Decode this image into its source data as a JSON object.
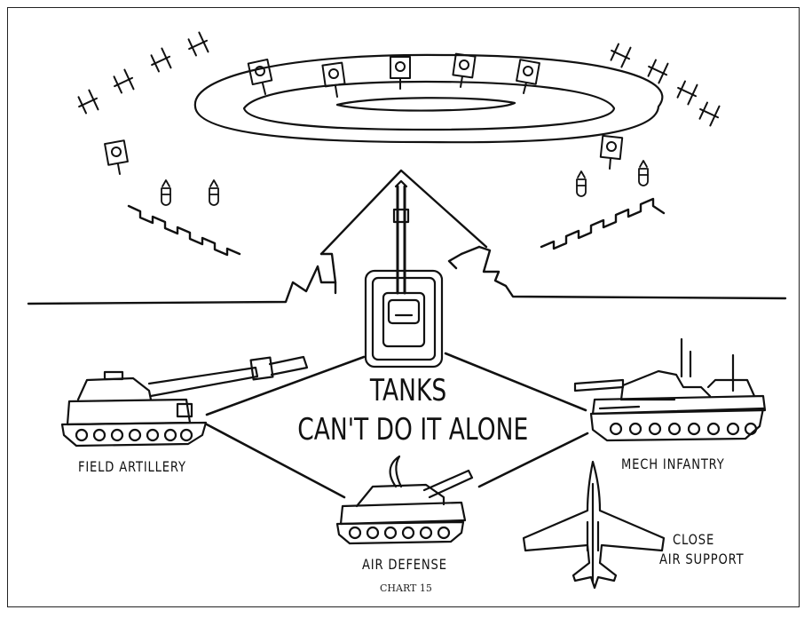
{
  "title_line1": "TANKS",
  "title_line2": "CAN'T DO IT ALONE",
  "labels": {
    "field_artillery": "FIELD ARTILLERY",
    "mech_infantry": "MECH INFANTRY",
    "air_defense": "AIR DEFENSE",
    "close_air_support_1": "CLOSE",
    "close_air_support_2": "AIR SUPPORT"
  },
  "caption": "CHART 15"
}
